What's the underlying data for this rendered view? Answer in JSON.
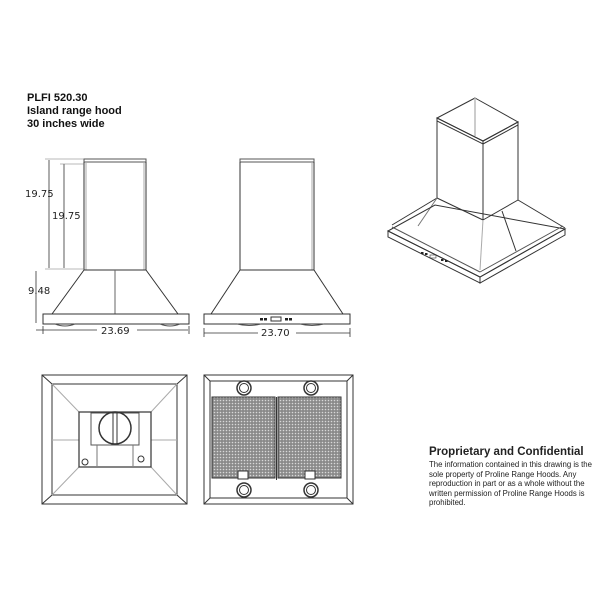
{
  "title": {
    "model": "PLFI 520.30",
    "type": "Island range hood",
    "width": "30 inches wide"
  },
  "front_view": {
    "dim_chimney_outer": "19.75",
    "dim_chimney_inner": "19.75",
    "dim_hood_height": "9.48",
    "dim_width": "23.69"
  },
  "side_view": {
    "dim_width": "23.70"
  },
  "notice": {
    "heading": "Proprietary and Confidential",
    "body": "The information contained in this drawing is the sole property of Proline Range Hoods. Any reproduction in part or as a whole without the written permission of Proline Range Hoods is prohibited."
  },
  "colors": {
    "line": "#333333",
    "light_line": "#999999",
    "mesh": "#6b6b6b"
  }
}
